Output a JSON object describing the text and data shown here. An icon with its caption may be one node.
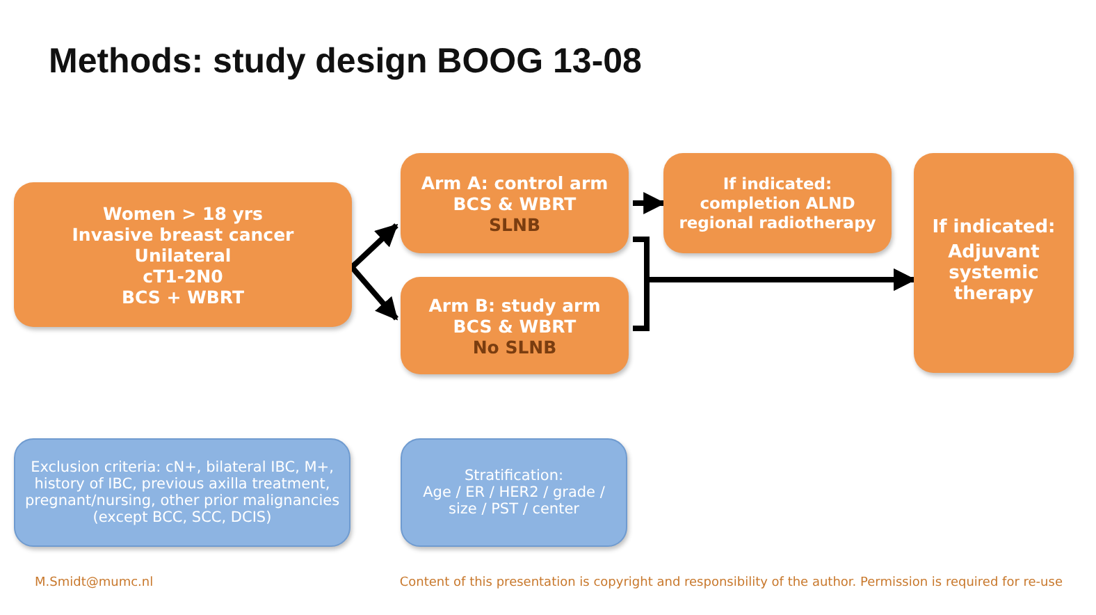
{
  "diagram": {
    "title": "Methods: study design BOOG 13-08",
    "nodes": [
      {
        "text": [
          "Women > 18 yrs",
          "Invasive breast cancer",
          "Unilateral",
          "cT1-2N0",
          "BCS + WBRT"
        ]
      },
      {
        "text": [
          "Arm A: control arm",
          "BCS & WBRT",
          "SLNB"
        ]
      },
      {
        "text": [
          "Arm B: study arm",
          "BCS & WBRT",
          "No SLNB"
        ]
      },
      {
        "text": [
          "If indicated:",
          "completion ALND",
          "regional radiotherapy"
        ]
      },
      {
        "text": [
          "If indicated:",
          "Adjuvant systemic therapy"
        ]
      },
      {
        "text": [
          "Exclusion criteria: cN+, bilateral IBC, M+, history of IBC, previous axilla treatment, pregnant/nursing, other prior malignancies (except BCC, SCC, DCIS)"
        ]
      },
      {
        "text": [
          "Stratification:",
          "Age / ER / HER2 / grade / size / PST / center"
        ]
      }
    ],
    "edges": [
      {
        "from": 0,
        "to": 1,
        "arrow": "to"
      },
      {
        "from": 0,
        "to": 2,
        "arrow": "to"
      },
      {
        "from": 1,
        "to": 3,
        "arrow": "to"
      },
      {
        "from": 1,
        "to": 4,
        "arrow": "to"
      },
      {
        "from": 2,
        "to": 4,
        "arrow": "to"
      }
    ],
    "labels": [
      "M.Smidt@mumc.nl",
      "Content of this presentation is copyright and responsibility of the author. Permission is required for re-use"
    ]
  }
}
